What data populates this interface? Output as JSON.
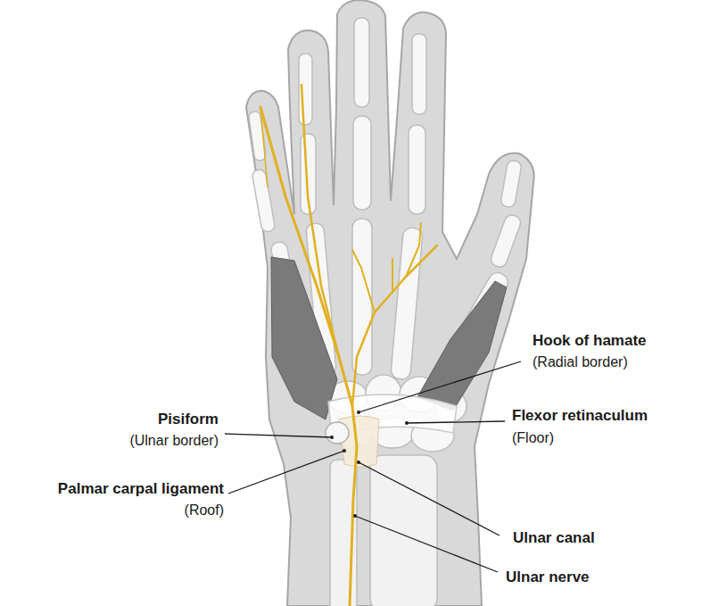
{
  "diagram": {
    "labels": [
      "Hook of hamate",
      "(Radial border)",
      "Flexor retinaculum",
      "(Floor)",
      "Pisiform",
      "(Ulnar border)",
      "Palmar carpal ligament",
      "(Roof)",
      "Ulnar canal",
      "Ulnar nerve"
    ]
  }
}
